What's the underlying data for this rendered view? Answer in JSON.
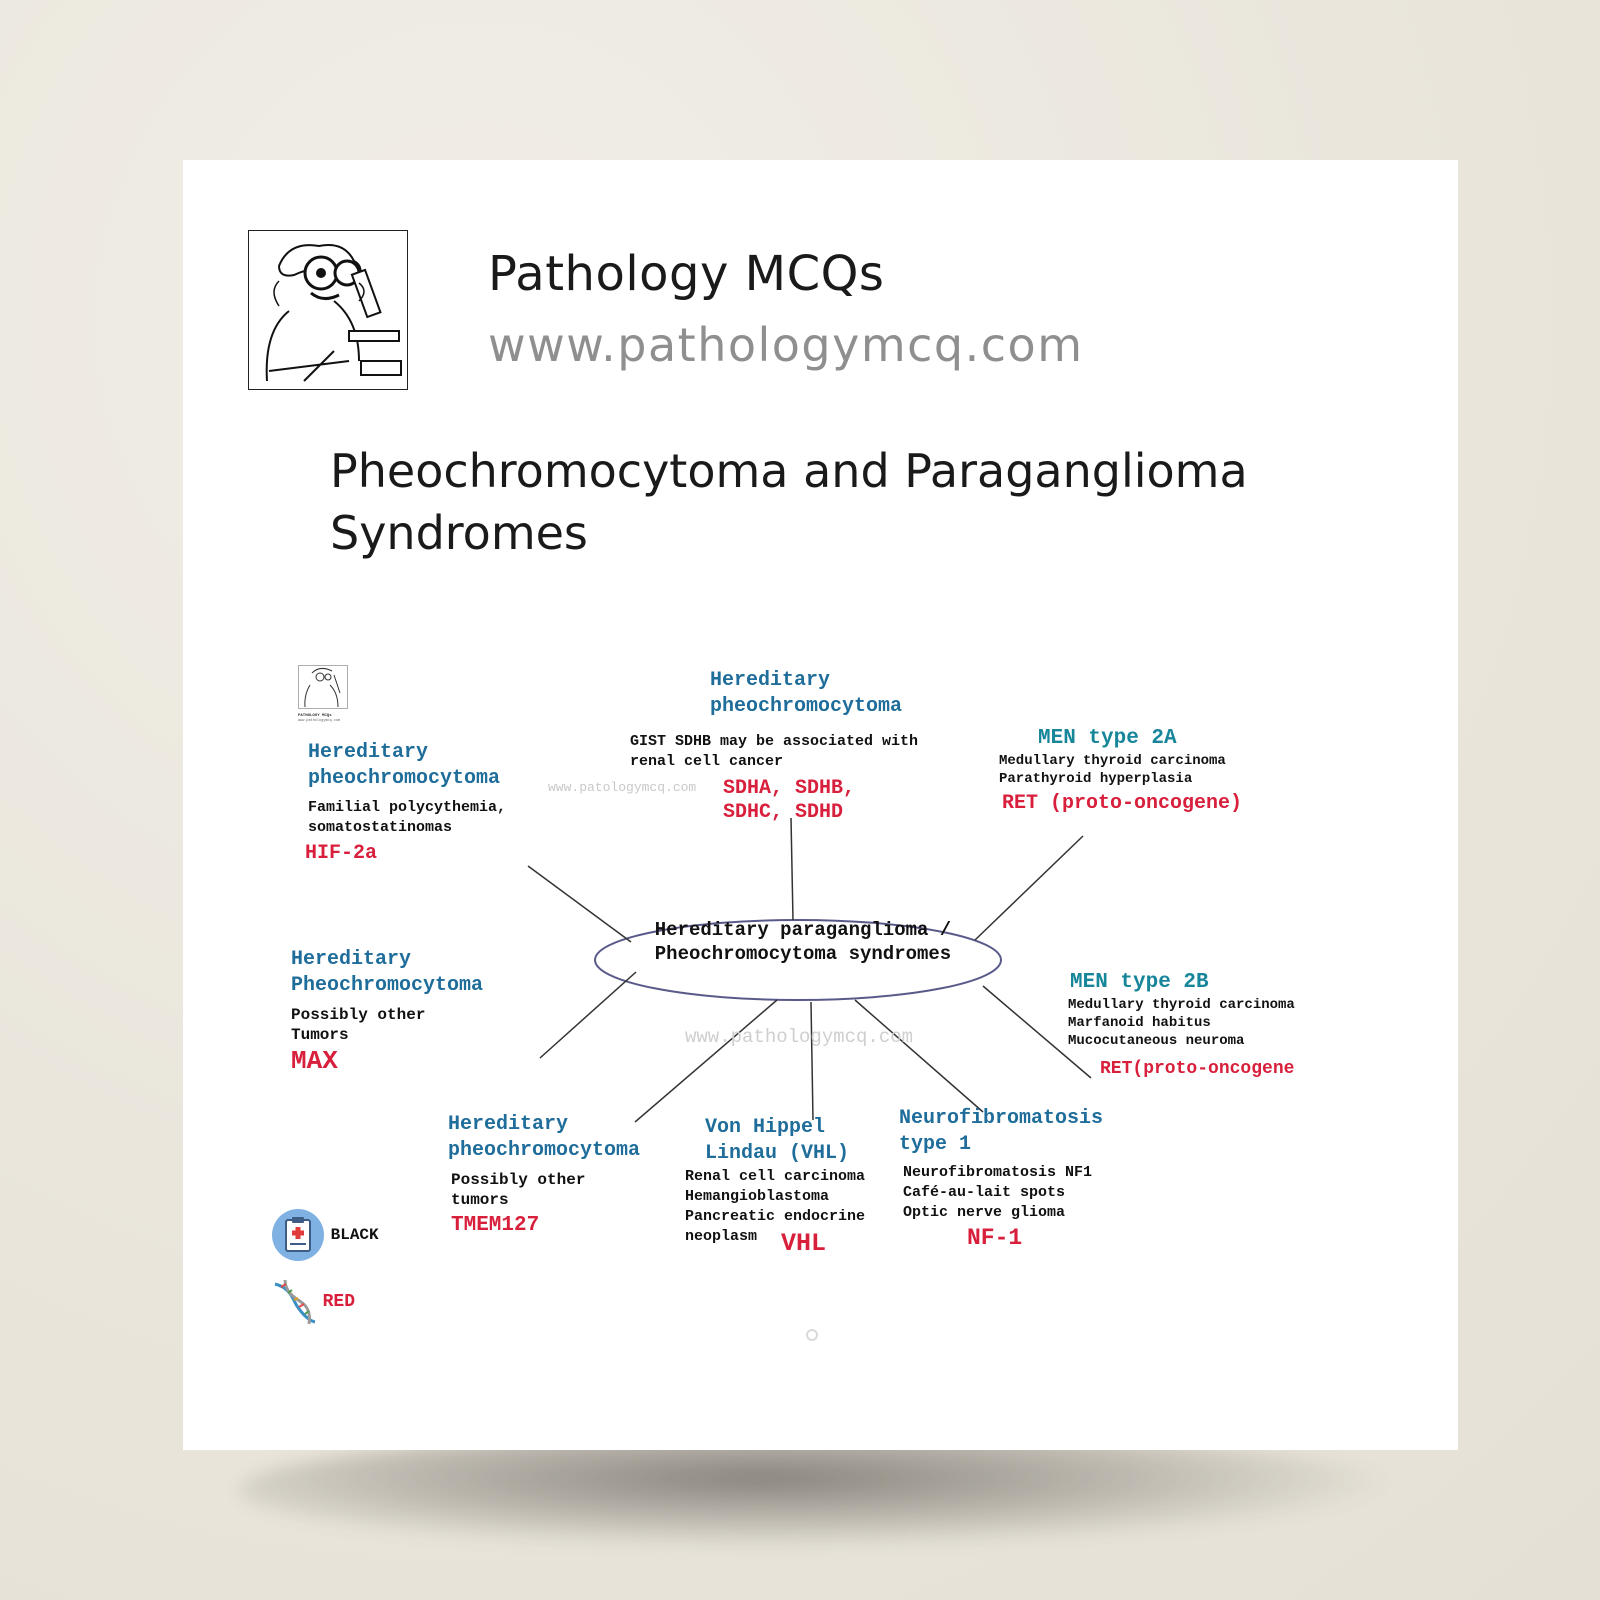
{
  "brand": {
    "title": "Pathology MCQs",
    "url": "www.pathologymcq.com"
  },
  "page_title": "Pheochromocytoma and Paraganglioma Syndromes",
  "mini_logo": {
    "line1": "PATHOLOGY MCQs",
    "line2": "www.pathologymcq.com"
  },
  "watermarks": {
    "small": "www.patologymcq.com",
    "large": "www.pathologymcq.com"
  },
  "center": {
    "line1": "Hereditary paraganglioma /",
    "line2": "Pheochromocytoma syndromes"
  },
  "nodes": {
    "hif": {
      "heading1": "Hereditary",
      "heading2": "pheochromocytoma",
      "desc1": "Familial polycythemia,",
      "desc2": "somatostatinomas",
      "gene": "HIF-2a"
    },
    "sdh": {
      "heading1": "Hereditary",
      "heading2": "pheochromocytoma",
      "desc1": "GIST SDHB may be associated with",
      "desc2": "renal cell cancer",
      "gene1": "SDHA, SDHB,",
      "gene2": "SDHC, SDHD"
    },
    "men2a": {
      "heading": "MEN type 2A",
      "desc1": "Medullary thyroid carcinoma",
      "desc2": "Parathyroid hyperplasia",
      "gene": "RET (proto-oncogene)"
    },
    "max": {
      "heading1": "Hereditary",
      "heading2": "Pheochromocytoma",
      "desc1": "Possibly other",
      "desc2": "Tumors",
      "gene": "MAX"
    },
    "men2b": {
      "heading": "MEN type 2B",
      "desc1": "Medullary thyroid carcinoma",
      "desc2": "Marfanoid habitus",
      "desc3": "Mucocutaneous neuroma",
      "gene": "RET(proto-oncogene"
    },
    "tmem": {
      "heading1": "Hereditary",
      "heading2": "pheochromocytoma",
      "desc1": "Possibly other",
      "desc2": "tumors",
      "gene": "TMEM127"
    },
    "vhl": {
      "heading1": "Von Hippel",
      "heading2": "Lindau (VHL)",
      "desc1": "Renal cell carcinoma",
      "desc2": "Hemangioblastoma",
      "desc3": "Pancreatic endocrine",
      "desc4": "neoplasm",
      "gene": "VHL"
    },
    "nf1": {
      "heading1": "Neurofibromatosis",
      "heading2": "type 1",
      "desc1": "Neurofibromatosis NF1",
      "desc2": "Café-au-lait spots",
      "desc3": "Optic nerve glioma",
      "gene": "NF-1"
    }
  },
  "legend": {
    "black_label": "BLACK",
    "black_icon": "clipboard-icon",
    "red_label": "RED",
    "red_icon": "dna-icon"
  },
  "colors": {
    "heading_blue": "#1f6d9a",
    "heading_teal": "#17869a",
    "gene_red": "#d81f3c",
    "text_black": "#111111"
  }
}
